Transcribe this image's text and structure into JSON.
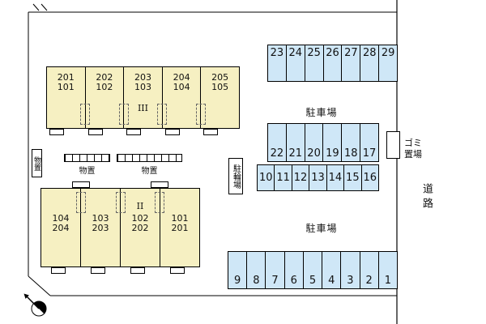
{
  "buildings": {
    "top": {
      "marker": "III",
      "units": [
        {
          "upper": "201",
          "lower": "101"
        },
        {
          "upper": "202",
          "lower": "102"
        },
        {
          "upper": "203",
          "lower": "103"
        },
        {
          "upper": "204",
          "lower": "104"
        },
        {
          "upper": "205",
          "lower": "105"
        }
      ]
    },
    "bottom": {
      "marker": "II",
      "units": [
        {
          "upper": "104",
          "lower": "204"
        },
        {
          "upper": "103",
          "lower": "203"
        },
        {
          "upper": "102",
          "lower": "202"
        },
        {
          "upper": "101",
          "lower": "201"
        }
      ]
    }
  },
  "parking": {
    "label_top": "駐車場",
    "label_bottom": "駐車場",
    "row_top": [
      "23",
      "24",
      "25",
      "26",
      "27",
      "28",
      "29"
    ],
    "row_mid_upper": [
      "22",
      "21",
      "20",
      "19",
      "18",
      "17"
    ],
    "row_mid_lower": [
      "10",
      "11",
      "12",
      "13",
      "14",
      "15",
      "16"
    ],
    "row_bottom": [
      "9",
      "8",
      "7",
      "6",
      "5",
      "4",
      "3",
      "2",
      "1"
    ]
  },
  "facilities": {
    "storage_left": "物置",
    "storage_mid": "物置",
    "storage_right": "物置",
    "bicycle_parking": "駐輪場",
    "garbage": "ゴミ\n置場",
    "road": "道路"
  },
  "colors": {
    "building_fill": "#f6f0c2",
    "parking_fill": "#cfe7f7",
    "line": "#000000"
  }
}
